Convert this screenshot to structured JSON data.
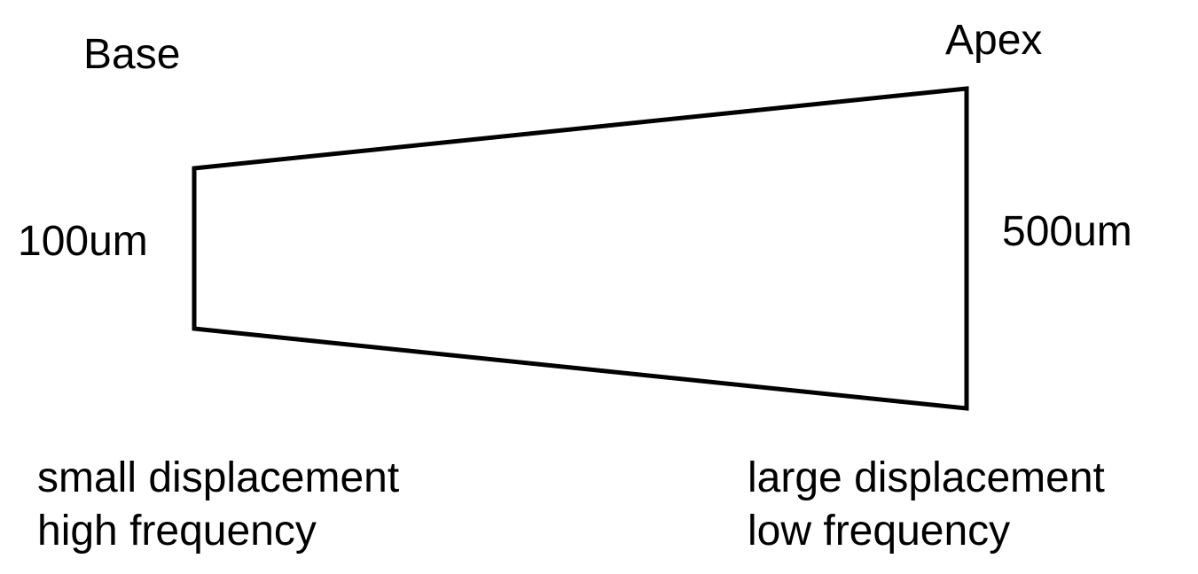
{
  "diagram": {
    "base": {
      "title": "Base",
      "width": "100um",
      "displacement": "small displacement",
      "frequency": "high frequency"
    },
    "apex": {
      "title": "Apex",
      "width": "500um",
      "displacement": "large displacement",
      "frequency": "low frequency"
    },
    "colors": {
      "stroke": "#000000",
      "background": "#ffffff"
    }
  }
}
